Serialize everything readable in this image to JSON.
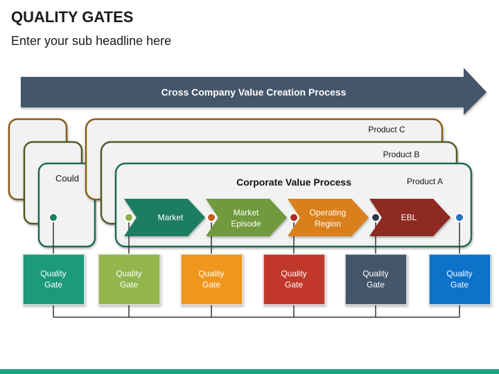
{
  "title": "QUALITY GATES",
  "subtitle": "Enter your sub headline here",
  "banner": {
    "label": "Cross Company Value Creation Process",
    "color": "#44546a"
  },
  "panels": {
    "could": {
      "label": "Could"
    },
    "product_c": {
      "label": "Product C",
      "color": "#8a5a14"
    },
    "product_b": {
      "label": "Product B",
      "color": "#4d5c24"
    },
    "product_a": {
      "label": "Product A",
      "color": "#1e6b55"
    },
    "corporate": {
      "title": "Corporate Value Process"
    }
  },
  "steps": [
    {
      "label": "Market",
      "color": "#1d7d64"
    },
    {
      "label": "Market\nEpisode",
      "color": "#6f9a3c"
    },
    {
      "label": "Operating\nRegion",
      "color": "#d9801a"
    },
    {
      "label": "EBL",
      "color": "#8d2a22"
    }
  ],
  "gates": [
    {
      "label": "Quality\nGate",
      "color": "#1f9a7a",
      "dot": "#1d8064"
    },
    {
      "label": "Quality\nGate",
      "color": "#92b54e",
      "dot": "#8cb14c"
    },
    {
      "label": "Quality\nGate",
      "color": "#f0961e",
      "dot": "#c95a1c"
    },
    {
      "label": "Quality\nGate",
      "color": "#c1392b",
      "dot": "#b22a22"
    },
    {
      "label": "Quality\nGate",
      "color": "#44546a",
      "dot": "#2e3a4a"
    },
    {
      "label": "Quality\nGate",
      "color": "#0a72c9",
      "dot": "#1f72c4"
    }
  ]
}
